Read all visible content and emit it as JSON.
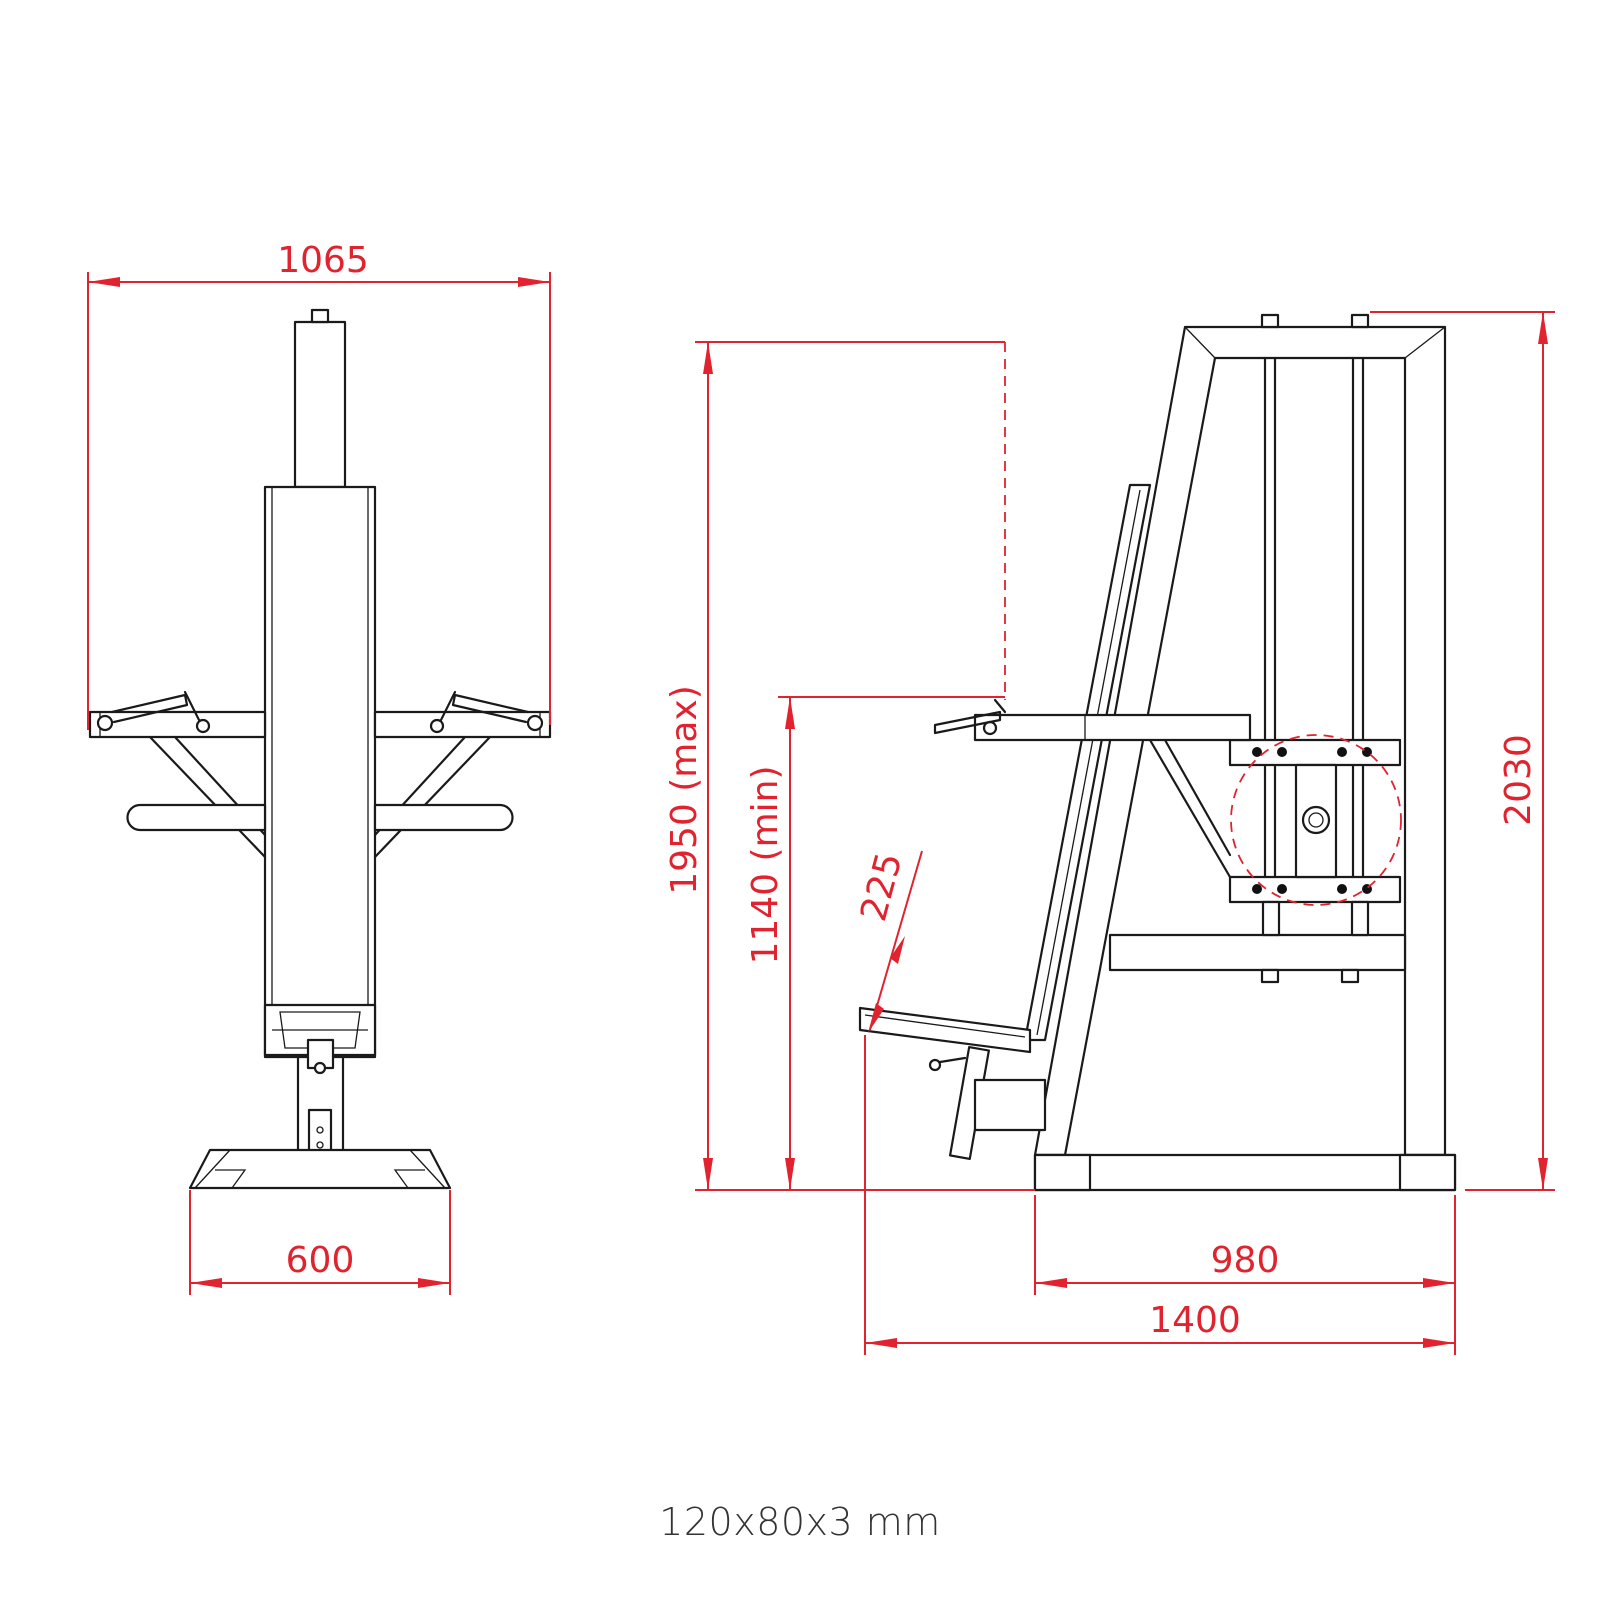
{
  "dimensions": {
    "front_width": "1065",
    "base_width": "600",
    "height_max": "1950 (max)",
    "height_min": "1140 (min)",
    "footrest_adjust": "225",
    "total_height": "2030",
    "frame_depth": "980",
    "total_depth": "1400"
  },
  "caption": "120x80x3 mm",
  "colors": {
    "dimension": "#e0232e",
    "outline": "#1a1a1a",
    "caption": "#333333"
  }
}
